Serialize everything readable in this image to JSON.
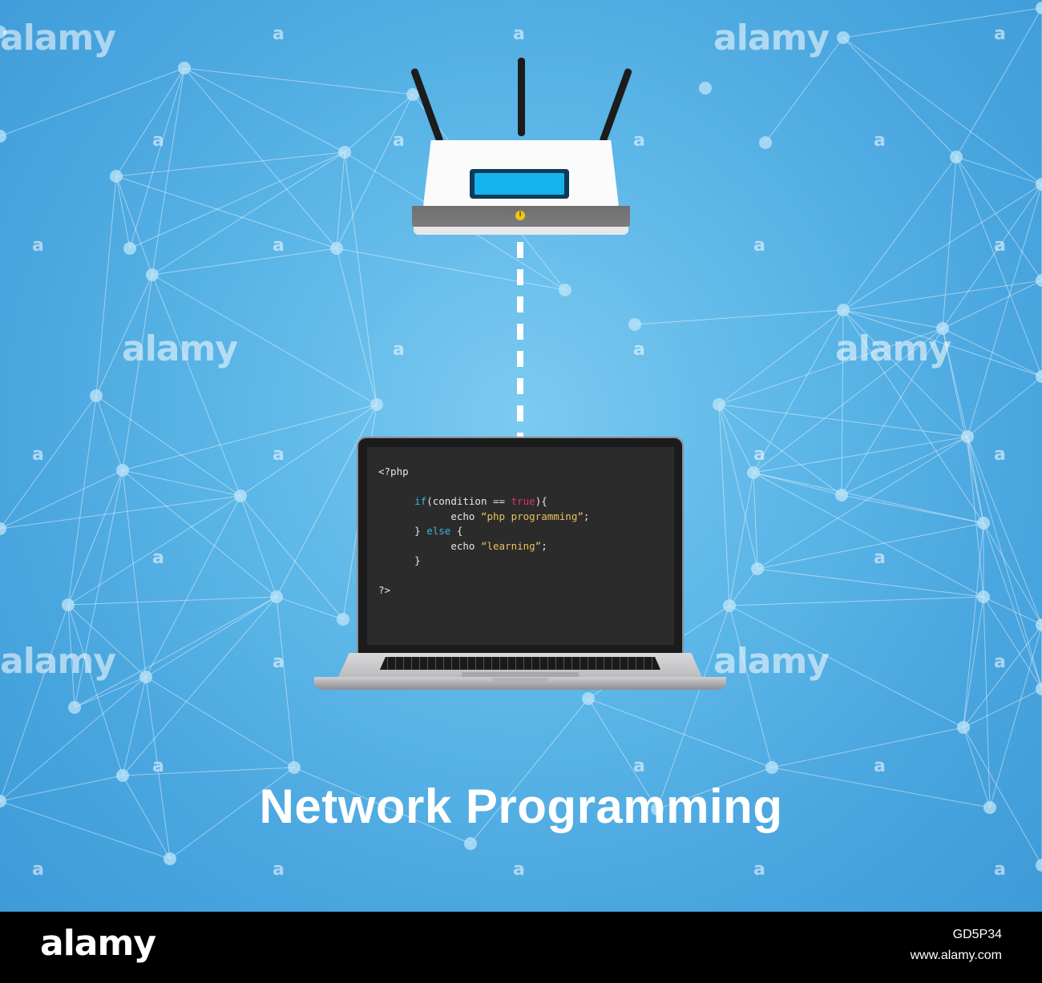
{
  "title": "Network Programming",
  "code": {
    "line1": "<?php",
    "if_kw": "if",
    "if_mid": "(condition == ",
    "true_kw": "true",
    "if_end": "){",
    "echo1": "echo ",
    "str1": "“php programming”",
    "semi": ";",
    "else_open": "} ",
    "else_kw": "else",
    "else_close": " {",
    "echo2": "echo ",
    "str2": "“learning”",
    "close_brace": "}",
    "close_tag": "?>"
  },
  "watermark": {
    "big": "alamy",
    "small": "a"
  },
  "footer": {
    "logo": "alamy",
    "image_id": "GD5P34",
    "url": "www.alamy.com"
  },
  "colors": {
    "background": "#5db7e8",
    "router_screen": "#16b4ef",
    "power_led": "#f1c40f",
    "code_keyword": "#3fb1de",
    "code_true": "#e0315a",
    "code_string": "#e8c25b"
  },
  "icons": [
    "router-icon",
    "laptop-icon",
    "power-icon"
  ]
}
